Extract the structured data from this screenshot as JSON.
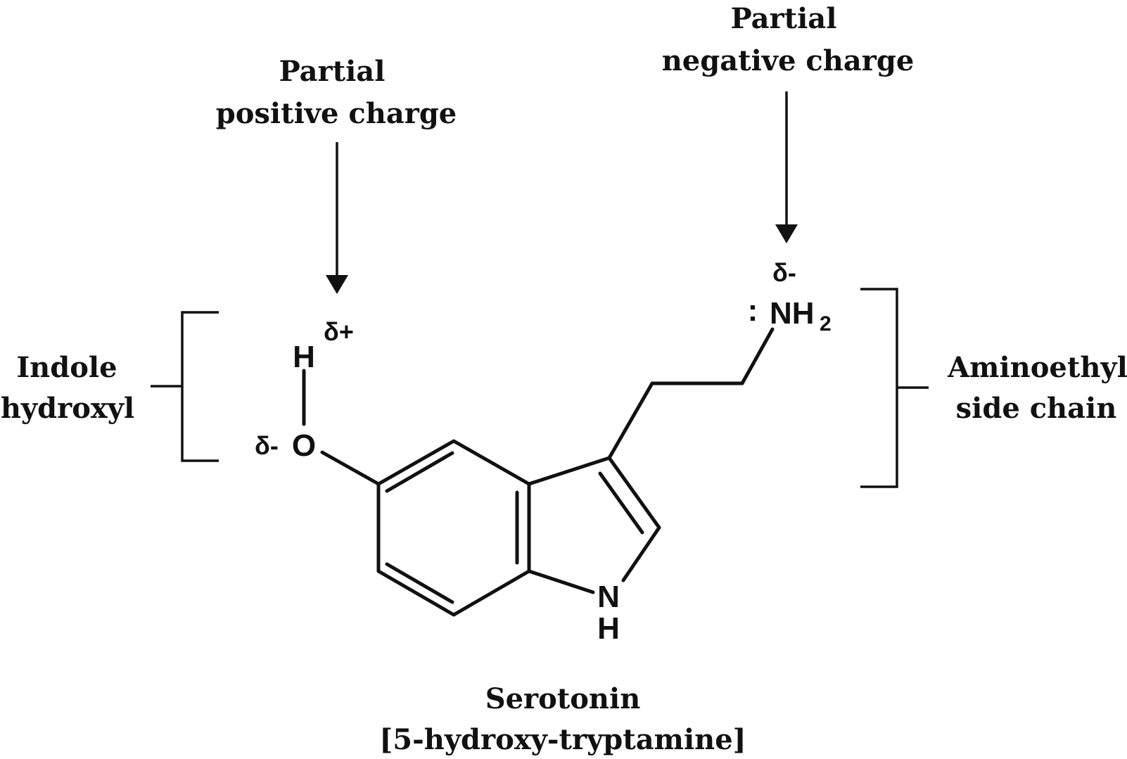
{
  "labels": {
    "positive_charge": [
      "Partial",
      "positive charge"
    ],
    "negative_charge": [
      "Partial",
      "negative charge"
    ],
    "indole_hydroxyl": [
      "Indole",
      "hydroxyl"
    ],
    "aminoethyl_side_chain": [
      "Aminoethyl",
      "side chain"
    ],
    "molecule_name": "Serotonin",
    "molecule_alt_name": "[5-hydroxy-tryptamine]"
  },
  "atoms": {
    "hydroxyl_h": "H",
    "hydroxyl_o": "O",
    "amine_n": "NH",
    "amine_subscript": "2",
    "lone_pair": ":",
    "ring_n": "N",
    "ring_h": "H"
  },
  "charges": {
    "h_delta_plus": "δ+",
    "o_delta_minus": "δ-",
    "n_delta_minus": "δ-"
  }
}
